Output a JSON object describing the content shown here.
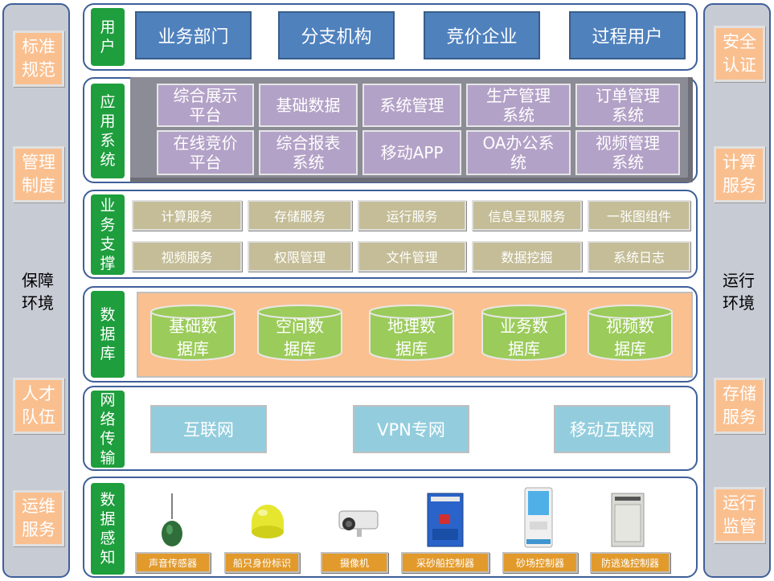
{
  "left_column": {
    "boxes": [
      "标准\n规范",
      "管理\n制度",
      "人才\n队伍",
      "运维\n服务"
    ],
    "center_label": "保障\n环境"
  },
  "right_column": {
    "boxes": [
      "安全\n认证",
      "计算\n服务",
      "存储\n服务",
      "运行\n监管"
    ],
    "center_label": "运行\n环境"
  },
  "layers": {
    "user": {
      "label": "用\n户",
      "items": [
        "业务部门",
        "分支机构",
        "竞价企业",
        "过程用户"
      ]
    },
    "app": {
      "label": "应\n用\n系\n统",
      "items": [
        "综合展示\n平台",
        "基础数据",
        "系统管理",
        "生产管理\n系统",
        "订单管理\n系统",
        "在线竞价\n平台",
        "综合报表\n系统",
        "移动APP",
        "OA办公系\n统",
        "视频管理\n系统"
      ]
    },
    "support": {
      "label": "业\n务\n支\n撑",
      "items": [
        "计算服务",
        "存储服务",
        "运行服务",
        "信息呈现服务",
        "一张图组件",
        "视频服务",
        "权限管理",
        "文件管理",
        "数据挖掘",
        "系统日志"
      ]
    },
    "database": {
      "label": "数\n据\n库",
      "items": [
        "基础数\n据库",
        "空间数\n据库",
        "地理数\n据库",
        "业务数\n据库",
        "视频数\n据库"
      ]
    },
    "network": {
      "label": "网\n络\n传\n输",
      "items": [
        "互联网",
        "VPN专网",
        "移动互联网"
      ]
    },
    "sensing": {
      "label": "数\n据\n感\n知",
      "items": [
        "声音传感器",
        "船只身份标识",
        "摄像机",
        "采砂船控制器",
        "砂场控制器",
        "防逃逸控制器"
      ]
    }
  },
  "colors": {
    "frame": "#3f5f99",
    "layer_label": "#1e9e3d",
    "side_box": "#fabf8f",
    "user_btn": "#4f81bd",
    "app_btn": "#b3a2c7",
    "support_btn": "#c4bd97",
    "db_panel": "#fac090",
    "db_cylinder": "#9bcb5a",
    "network_btn": "#93cddd",
    "device_label": "#e29a2c"
  }
}
